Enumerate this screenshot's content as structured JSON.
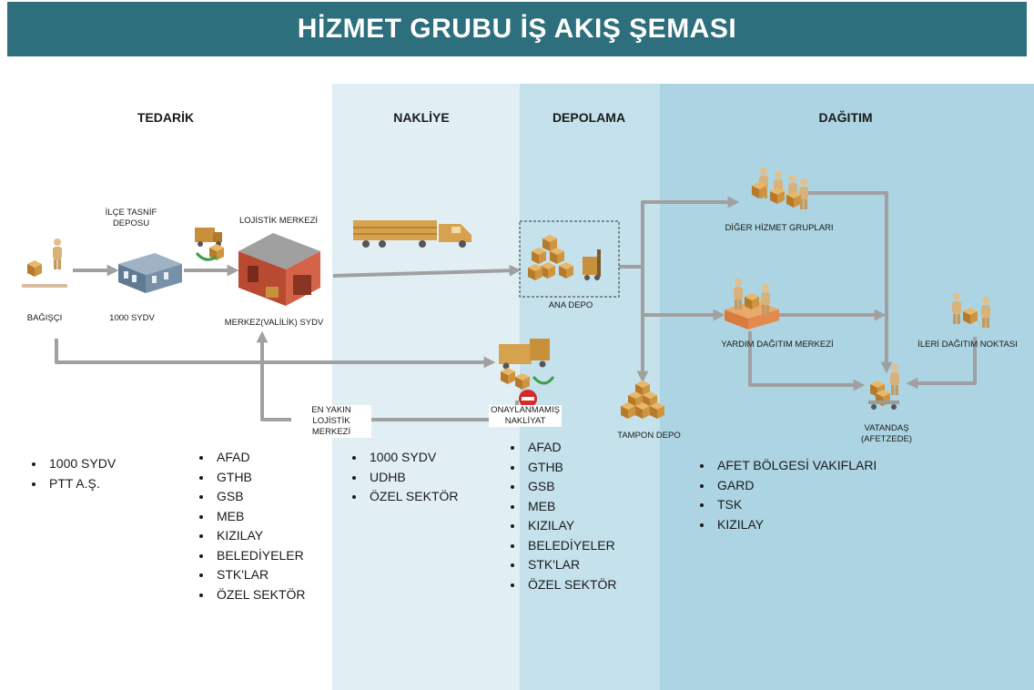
{
  "title": "HİZMET GRUBU İŞ AKIŞ ŞEMASI",
  "columns": {
    "tedarik": "TEDARİK",
    "nakliye": "NAKLİYE",
    "depolama": "DEPOLAMA",
    "dagitim": "DAĞITIM"
  },
  "nodes": {
    "bagisci": "BAĞIŞÇI",
    "ilce_tasnif": "İLÇE TASNİF DEPOSU",
    "ilce_1000": "1000 SYDV",
    "lojistik_merkezi": "LOJİSTİK MERKEZİ",
    "merkez_valilik": "MERKEZ(VALİLİK) SYDV",
    "en_yakin": "EN YAKIN LOJİSTİK MERKEZİ",
    "onaylanmamis": "ONAYLANMAMIŞ NAKLİYAT",
    "ana_depo": "ANA DEPO",
    "tampon_depo": "TAMPON DEPO",
    "diger_hizmet": "DİĞER HİZMET GRUPLARI",
    "yardim_dagitim": "YARDIM DAĞITIM MERKEZİ",
    "ileri_dagitim": "İLERİ DAĞITIM NOKTASI",
    "vatandas": "VATANDAŞ (AFETZEDE)"
  },
  "lists": {
    "tedarik_a": [
      "1000 SYDV",
      "PTT A.Ş."
    ],
    "tedarik_b": [
      "AFAD",
      "GTHB",
      "GSB",
      "MEB",
      "KIZILAY",
      "BELEDİYELER",
      "STK'LAR",
      "ÖZEL SEKTÖR"
    ],
    "nakliye": [
      "1000 SYDV",
      "UDHB",
      "ÖZEL SEKTÖR"
    ],
    "depolama": [
      "AFAD",
      "GTHB",
      "GSB",
      "MEB",
      "KIZILAY",
      "BELEDİYELER",
      "STK'LAR",
      "ÖZEL SEKTÖR"
    ],
    "dagitim": [
      "AFET BÖLGESİ VAKIFLARI",
      "GARD",
      "TSK",
      "KIZILAY"
    ]
  },
  "colors": {
    "banner": "#2d6f7c",
    "band_nakliye": "#e1eff5",
    "band_depolama": "#c4e1ec",
    "band_dagitim": "#acd4e2",
    "arrow": "#a0a0a0",
    "box": "#c8903a",
    "person": "#d9b27a"
  }
}
